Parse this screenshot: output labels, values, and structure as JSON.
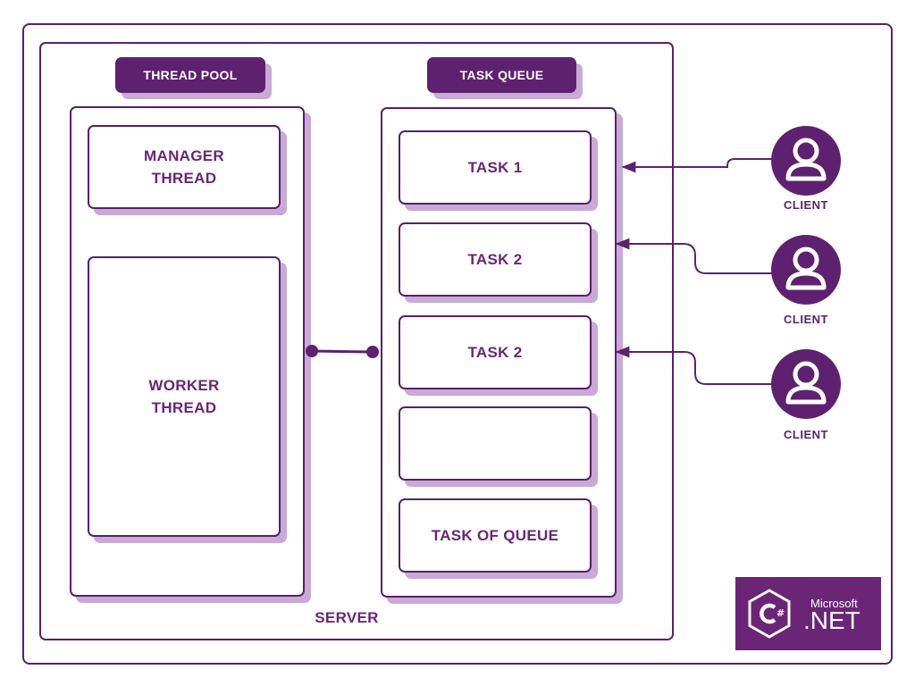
{
  "diagram": {
    "server_label": "SERVER",
    "thread_pool": {
      "title": "THREAD POOL",
      "manager_thread": "MANAGER\nTHREAD",
      "worker_thread": "WORKER\nTHREAD"
    },
    "task_queue": {
      "title": "TASK QUEUE",
      "tasks": [
        "TASK 1",
        "TASK 2",
        "TASK 2",
        "",
        "TASK OF QUEUE"
      ]
    },
    "clients": [
      "CLIENT",
      "CLIENT",
      "CLIENT"
    ],
    "logo": {
      "icon": "csharp-logo",
      "top_text": "Microsoft",
      "bottom_text": ".NET"
    },
    "colors": {
      "primary": "#5e2170",
      "text": "#6b2577",
      "shadow": "#c9a9d6"
    }
  }
}
